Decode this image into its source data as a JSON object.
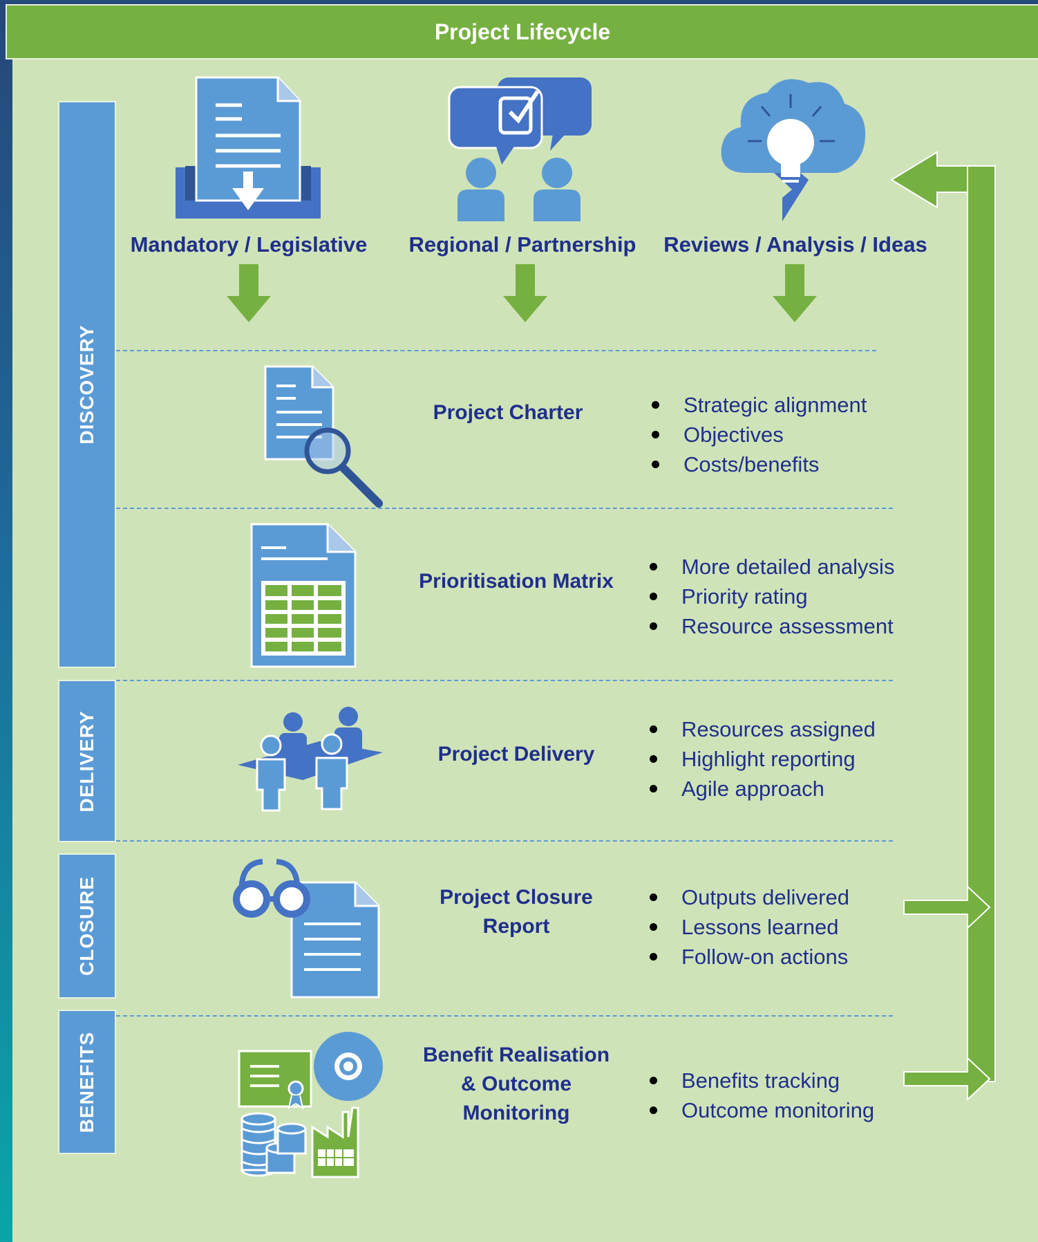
{
  "header": {
    "title": "Project Lifecycle"
  },
  "phases": [
    {
      "label": "DISCOVERY"
    },
    {
      "label": "DELIVERY"
    },
    {
      "label": "CLOSURE"
    },
    {
      "label": "BENEFITS"
    }
  ],
  "sources": [
    {
      "label": "Mandatory / Legislative",
      "icon": "inbox-document-icon"
    },
    {
      "label": "Regional / Partnership",
      "icon": "people-chat-icon"
    },
    {
      "label": "Reviews / Analysis / Ideas",
      "icon": "cloud-lightbulb-icon"
    }
  ],
  "stages": [
    {
      "title": "Project Charter",
      "icon": "document-magnifier-icon",
      "bullets": [
        "Strategic alignment",
        "Objectives",
        "Costs/benefits"
      ]
    },
    {
      "title": "Prioritisation Matrix",
      "icon": "spreadsheet-document-icon",
      "bullets": [
        "More detailed analysis",
        "Priority rating",
        "Resource assessment"
      ]
    },
    {
      "title": "Project Delivery",
      "icon": "team-meeting-icon",
      "bullets": [
        "Resources assigned",
        "Highlight reporting",
        "Agile approach"
      ]
    },
    {
      "title": "Project Closure Report",
      "icon": "glasses-document-icon",
      "bullets": [
        "Outputs delivered",
        "Lessons learned",
        "Follow-on actions"
      ]
    },
    {
      "title": "Benefit Realisation & Outcome Monitoring",
      "icon": "certificate-disc-database-factory-icon",
      "bullets": [
        "Benefits tracking",
        "Outcome monitoring"
      ]
    }
  ],
  "colors": {
    "green": "#76b041",
    "blue": "#5b9bd5",
    "navy": "#1f2f8c",
    "panel": "#cfe3b8"
  }
}
